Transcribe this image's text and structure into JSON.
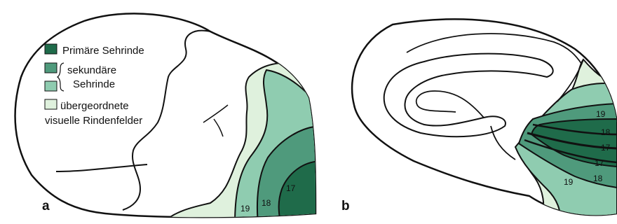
{
  "colors": {
    "primary_visual_cortex": "#1f6b4a",
    "secondary_visual_cortex_dark": "#4f9a7c",
    "secondary_visual_cortex_light": "#8fccb0",
    "higher_visual_areas": "#dff1dd",
    "outline": "#111111"
  },
  "legend": {
    "primary": "Primäre Sehrinde",
    "secondary_line1": "sekundäre",
    "secondary_line2": "Sehrinde",
    "higher_line1": "übergeordnete",
    "higher_line2": "visuelle Rindenfelder"
  },
  "panel_a": {
    "label": "a",
    "area_17": "17",
    "area_18": "18",
    "area_19": "19"
  },
  "panel_b": {
    "label": "b",
    "area_19_top": "19",
    "area_18_top": "18",
    "area_17_top": "17",
    "area_17_bottom": "17",
    "area_18_bottom": "18",
    "area_19_bottom": "19"
  }
}
